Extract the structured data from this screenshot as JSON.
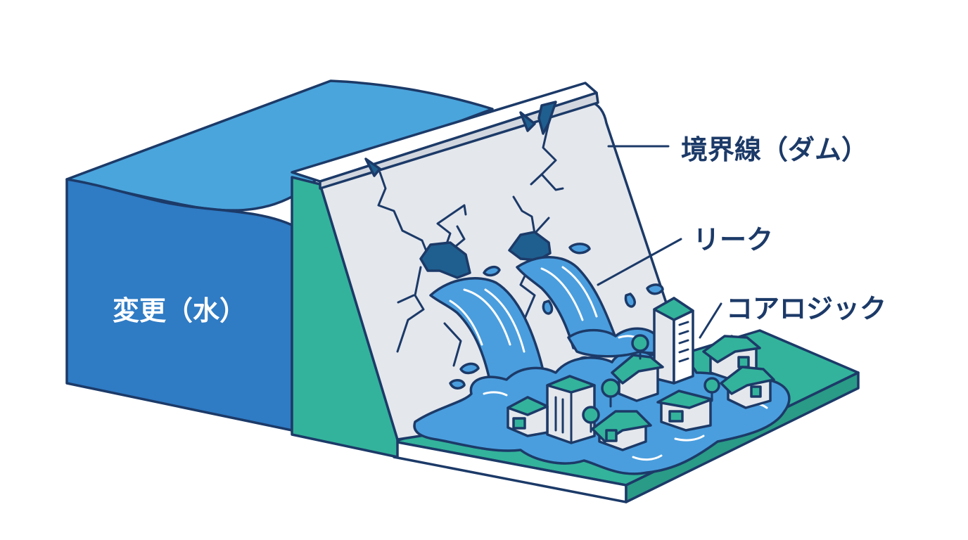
{
  "labels": {
    "boundary": "境界線（ダム）",
    "leak": "リーク",
    "core": "コアロジック",
    "change": "変更（水）"
  },
  "colors": {
    "outline": "#1c3a68",
    "water_front": "#2f7bc4",
    "water_top": "#4aa5dc",
    "dam_face": "#e4e7ec",
    "dam_side": "#33b39b",
    "ground": "#33b39b",
    "flood": "#4a9ede"
  }
}
